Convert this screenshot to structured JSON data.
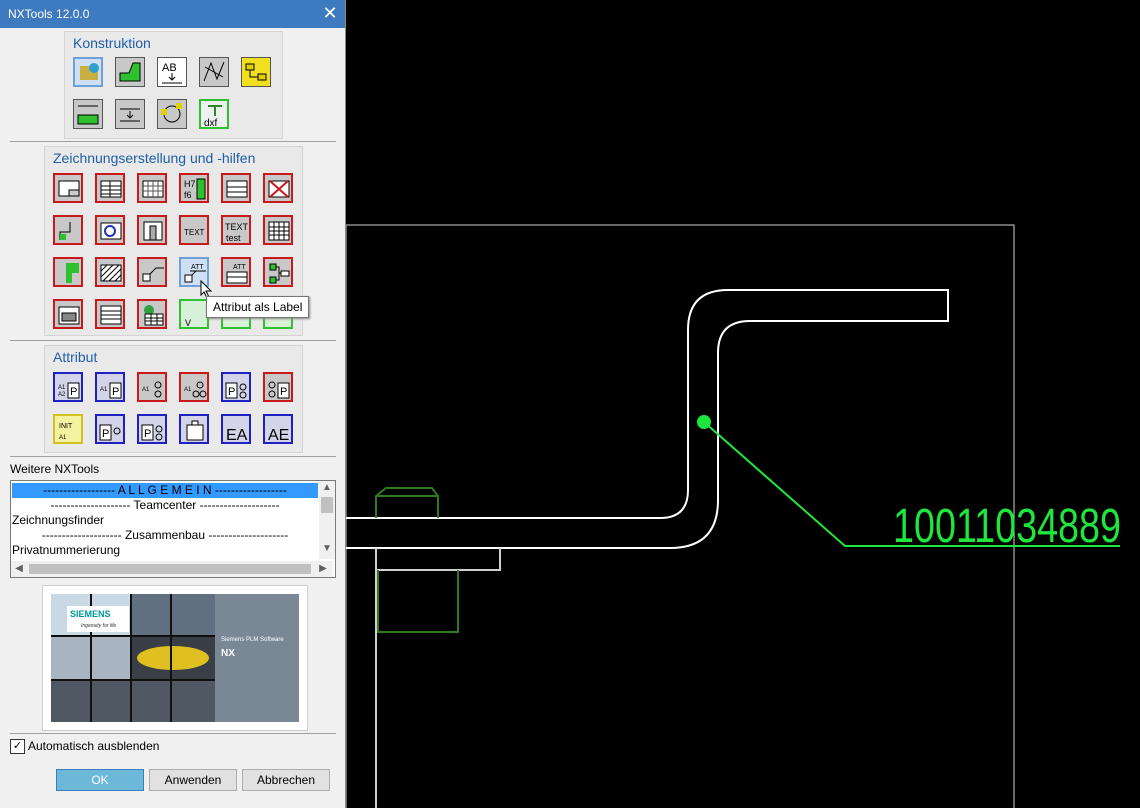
{
  "window": {
    "title": "NXTools 12.0.0"
  },
  "groups": {
    "konstruktion": "Konstruktion",
    "zeichnung": "Zeichnungserstellung und -hilfen",
    "attribut": "Attribut"
  },
  "weitere": {
    "label": "Weitere NXTools",
    "items": [
      "------------------ A L L G E M E I N ------------------",
      "-------------------- Teamcenter --------------------",
      "Zeichnungsfinder",
      "-------------------- Zusammenbau --------------------",
      "Privatnummerierung"
    ]
  },
  "tooltip": "Attribut als Label",
  "splash": {
    "brand": "SIEMENS",
    "tagline": "Ingenuity for life",
    "product_line": "Siemens PLM Software",
    "product": "NX"
  },
  "auto_hide": {
    "label": "Automatisch ausblenden",
    "checked": true
  },
  "buttons": {
    "ok": "OK",
    "apply": "Anwenden",
    "cancel": "Abbrechen"
  },
  "drawing": {
    "label_text": "10011034889"
  },
  "colors": {
    "title_bar": "#3d7abf",
    "group_title": "#1f5fa8",
    "icon_border_red": "#c81a1a",
    "icon_border_blue": "#2020c0",
    "label_green": "#1ee63c"
  }
}
